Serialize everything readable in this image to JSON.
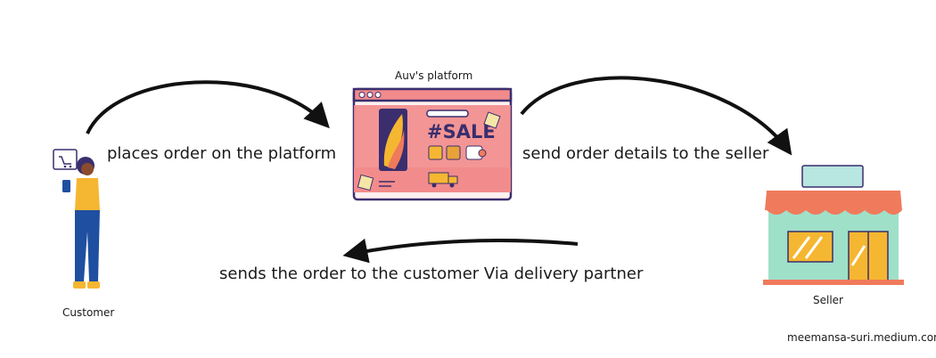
{
  "platform": {
    "title": "Auv's platform",
    "sale_text": "#SALE"
  },
  "flows": {
    "to_platform": "places order on the platform",
    "to_seller": "send order details to the seller",
    "to_customer": "sends the order to the customer Via delivery partner"
  },
  "actors": {
    "customer": "Customer",
    "seller": "Seller"
  },
  "credit": "meemansa-suri.medium.com",
  "colors": {
    "pink": "#F28B8B",
    "yellow": "#F5B731",
    "navy": "#3A2E6E",
    "mint": "#9FE0C9",
    "orange": "#F07A5C",
    "blue": "#1F4FA0"
  }
}
